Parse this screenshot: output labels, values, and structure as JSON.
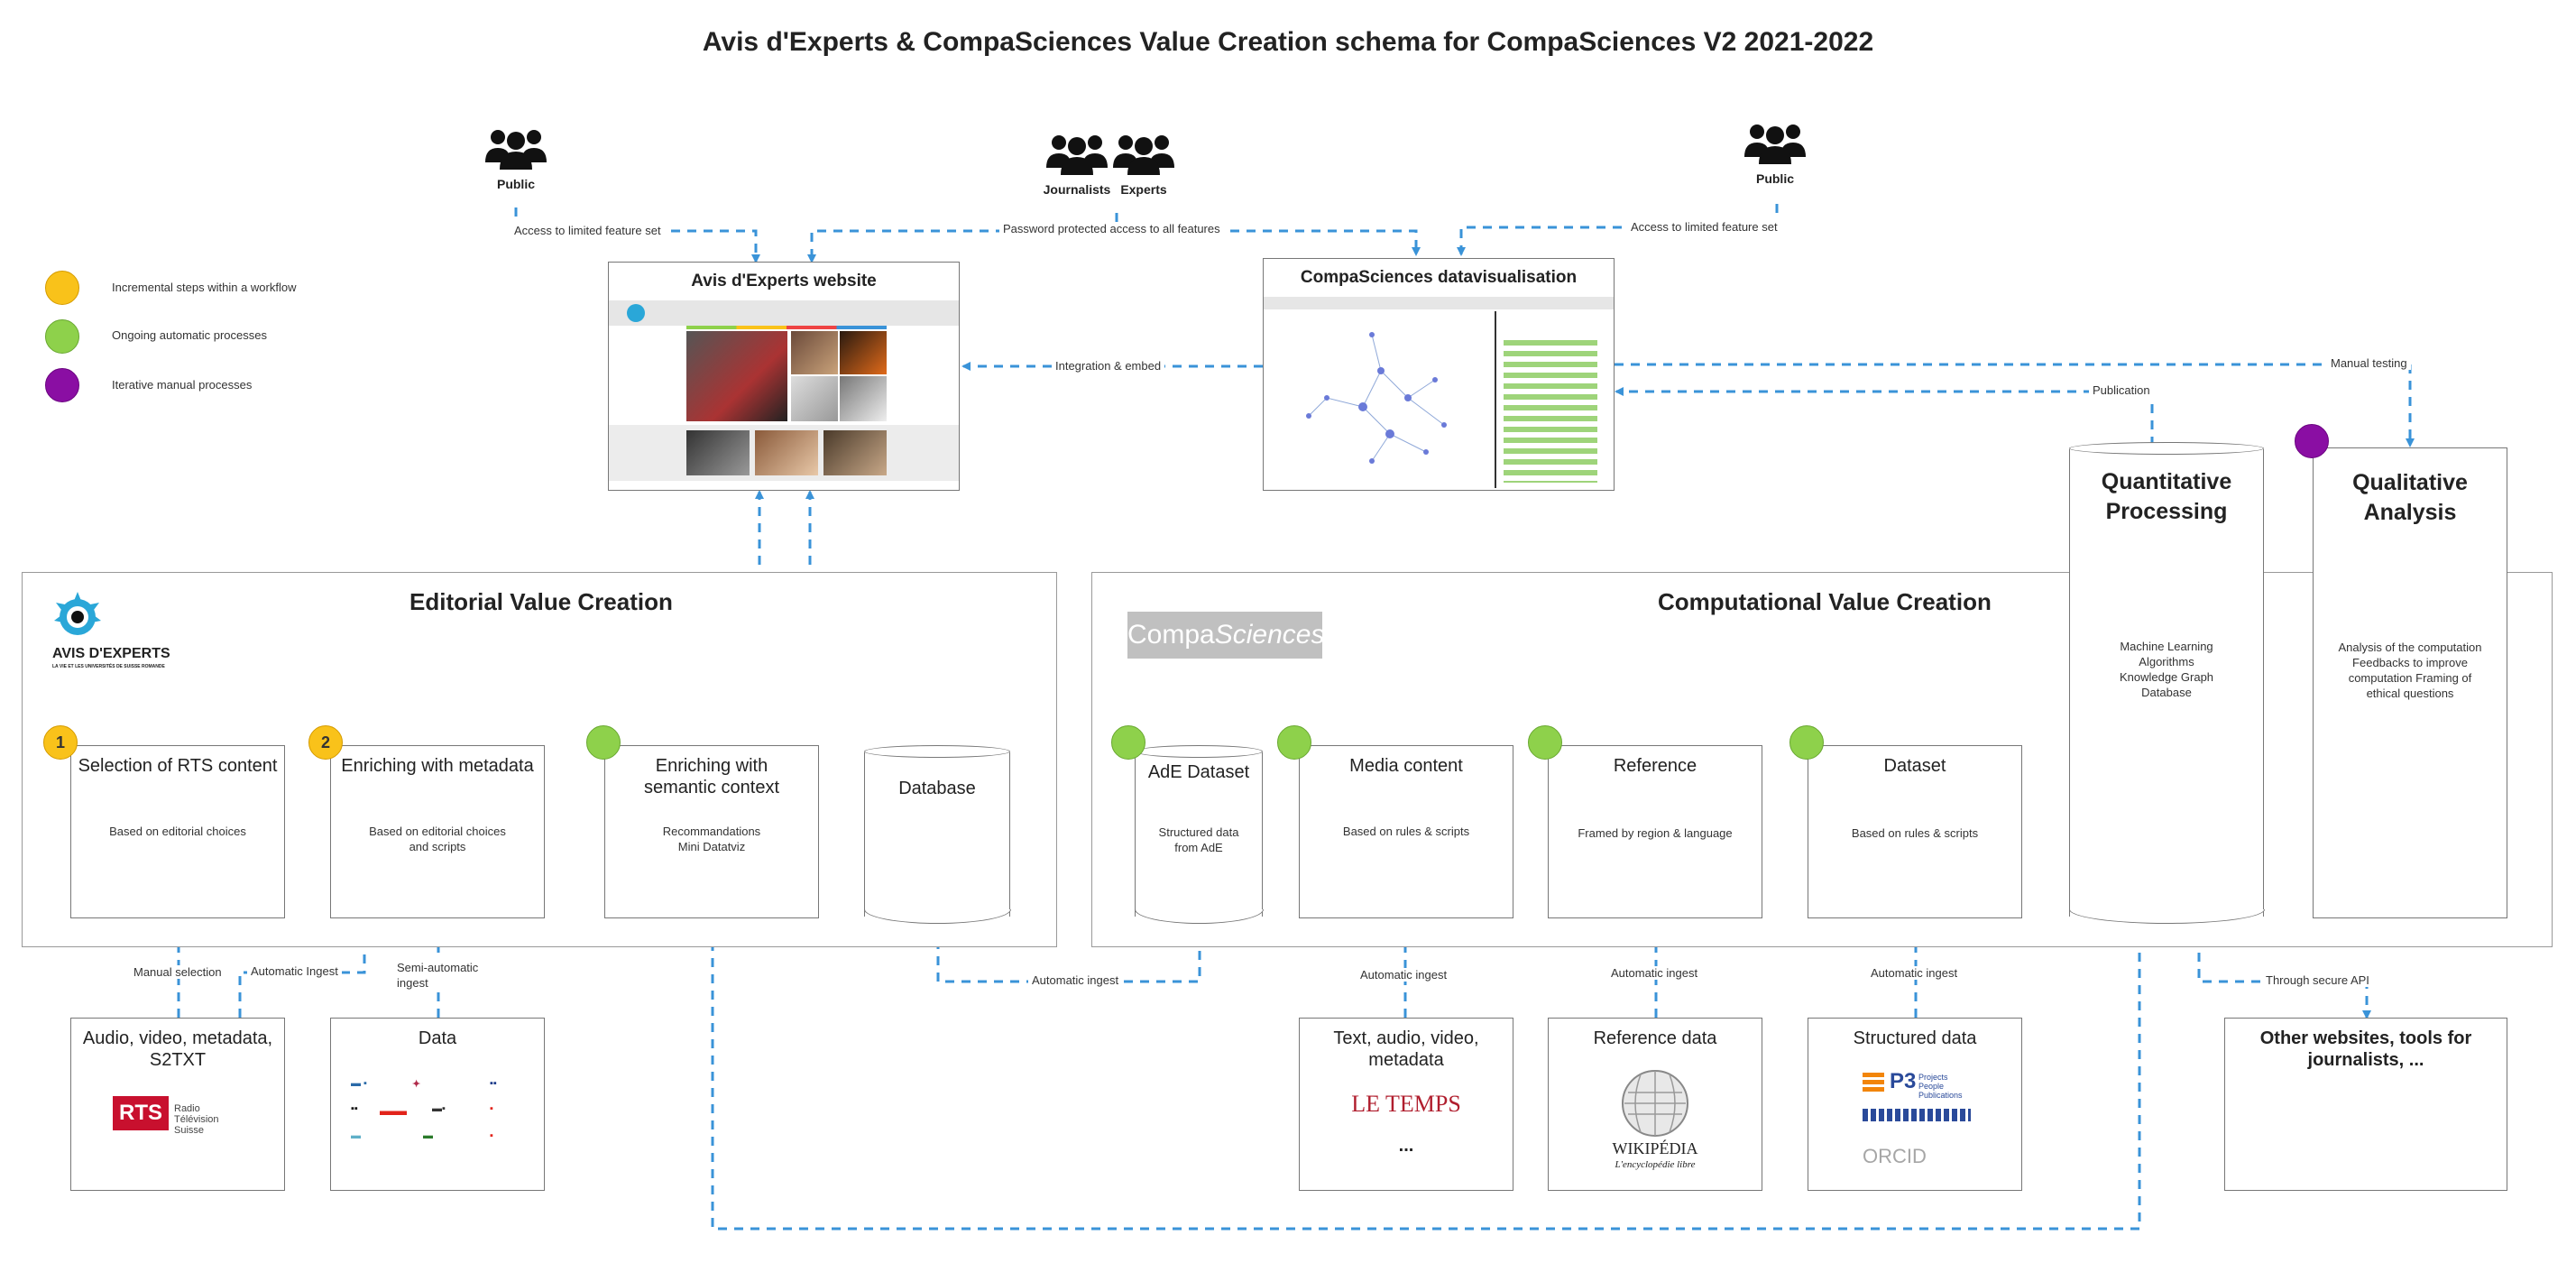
{
  "title": "Avis d'Experts & CompaSciences Value Creation schema for CompaSciences V2 2021-2022",
  "legend": [
    {
      "color": "#f9c21a",
      "label": "Incremental steps within a workflow"
    },
    {
      "color": "#8ed14b",
      "label": "Ongoing automatic processes"
    },
    {
      "color": "#8a0ea3",
      "label": "Iterative manual processes"
    }
  ],
  "people": {
    "public_left": "Public",
    "journalists": "Journalists",
    "experts": "Experts",
    "public_right": "Public"
  },
  "arrow_labels": {
    "access_limited_left": "Access to limited feature set",
    "password_protected": "Password protected access to all features",
    "access_limited_right": "Access to limited feature set",
    "integration_embed": "Integration & embed",
    "manual_testing": "Manual testing",
    "publication": "Publication",
    "manual_selection": "Manual selection",
    "automatic_ingest_a": "Automatic Ingest",
    "semi_automatic": "Semi-automatic ingest",
    "automatic_ingest_db": "Automatic ingest",
    "automatic_ingest_media": "Automatic ingest",
    "automatic_ingest_ref": "Automatic ingest",
    "automatic_ingest_dataset": "Automatic ingest",
    "through_api": "Through secure API"
  },
  "websites": {
    "ade": "Avis d'Experts website",
    "compa": "CompaSciences datavisualisation"
  },
  "editorial": {
    "title": "Editorial Value Creation",
    "logo_text": "AVIS D'EXPERTS",
    "logo_sub": "LA VIE ET LES UNIVERSITÉS DE SUISSE ROMANDE",
    "boxes": [
      {
        "badge": "1",
        "title": "Selection of RTS content",
        "desc": "Based on editorial choices"
      },
      {
        "badge": "2",
        "title": "Enriching with metadata",
        "desc": "Based on editorial choices and scripts"
      },
      {
        "badge": "",
        "title": "Enriching with semantic context",
        "desc": "Recommandations Mini Datatviz"
      },
      {
        "badge": "",
        "title": "Database",
        "desc": ""
      }
    ]
  },
  "computational": {
    "title": "Computational Value Creation",
    "logo_a": "Compa",
    "logo_b": "Sciences",
    "boxes": [
      {
        "title": "AdE Dataset",
        "desc": "Structured data from AdE"
      },
      {
        "title": "Media content",
        "desc": "Based on rules & scripts"
      },
      {
        "title": "Reference",
        "desc": "Framed by region & language"
      },
      {
        "title": "Dataset",
        "desc": "Based on rules & scripts"
      }
    ]
  },
  "quantitative": {
    "title": "Quantitative Processing",
    "desc": "Machine Learning Algorithms Knowledge Graph Database"
  },
  "qualitative": {
    "title": "Qualitative Analysis",
    "desc": "Analysis of the computation Feedbacks to improve computation Framing of ethical questions"
  },
  "sources": [
    {
      "title": "Audio, video, metadata, S2TXT",
      "logo": "RTS",
      "logo_sub": "Radio Télévision Suisse"
    },
    {
      "title": "Data"
    },
    {
      "title": "Text, audio, video, metadata",
      "logo": "LE TEMPS",
      "extra": "..."
    },
    {
      "title": "Reference data",
      "logo": "WIKIPÉDIA",
      "logo_sub": "L'encyclopédie libre"
    },
    {
      "title": "Structured data",
      "logo": "ORCID",
      "logo_p3": "P3",
      "logo_p3_sub": "Projects People Publications"
    },
    {
      "title": "Other websites, tools for journalists, ..."
    }
  ],
  "colors": {
    "arrow": "#3a93d8",
    "border": "#777777"
  }
}
